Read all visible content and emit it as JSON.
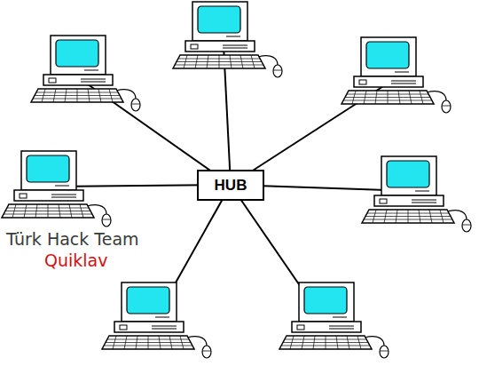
{
  "diagram": {
    "nodes": [
      {
        "text": [
          "HUB"
        ]
      }
    ],
    "labels": [
      "Türk Hack Team",
      "Quiklav"
    ]
  }
}
